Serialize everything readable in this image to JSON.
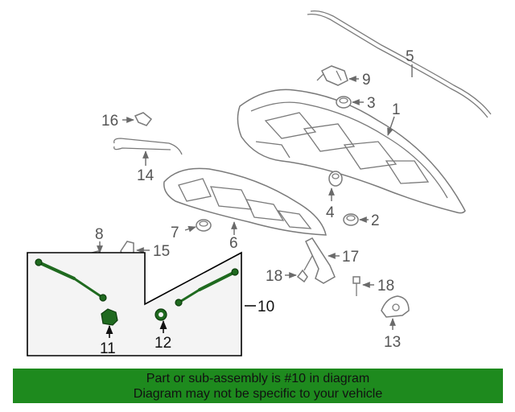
{
  "callouts": {
    "c1": "1",
    "c2": "2",
    "c3": "3",
    "c4": "4",
    "c5": "5",
    "c6": "6",
    "c7": "7",
    "c8": "8",
    "c9": "9",
    "c10": "10",
    "c11": "11",
    "c12": "12",
    "c13": "13",
    "c14": "14",
    "c15": "15",
    "c16": "16",
    "c17": "17",
    "c18a": "18",
    "c18b": "18"
  },
  "banner": {
    "line1": "Part or sub-assembly is #10 in diagram",
    "line2": "Diagram may not be specific to your vehicle"
  },
  "colors": {
    "banner": "#1e8a1e",
    "highlight": "#1f6a1f",
    "callout_box": "#f4f4f4"
  }
}
